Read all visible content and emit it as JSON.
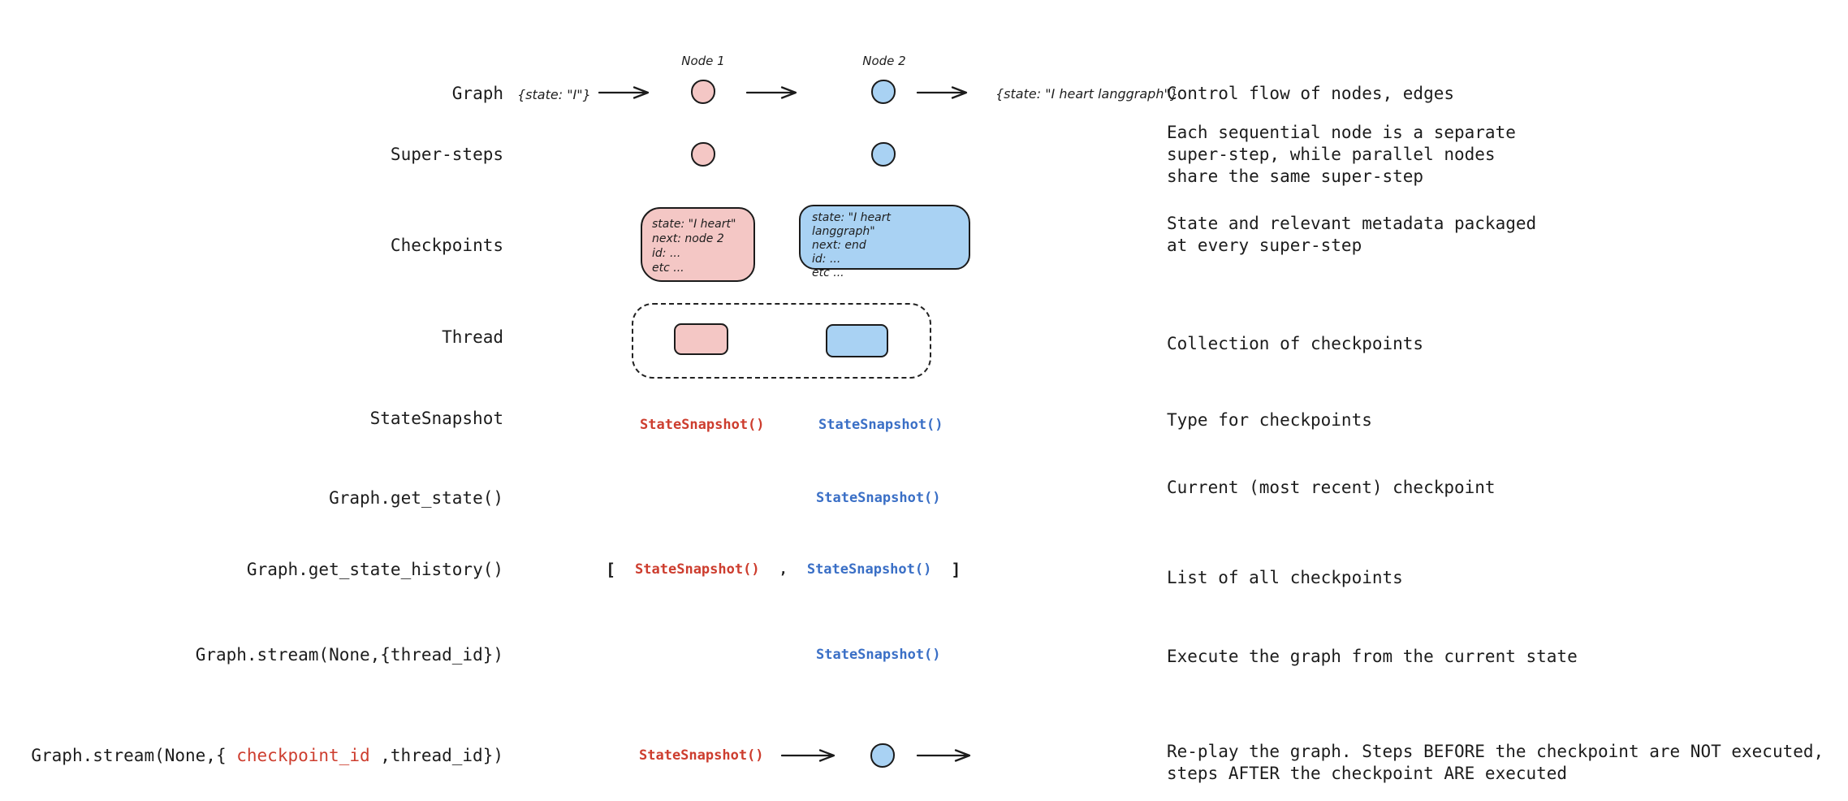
{
  "colors": {
    "node_pink": "#f4c7c5",
    "node_blue": "#a9d2f3",
    "code_red": "#cd3d2e",
    "code_blue": "#3a6fc6",
    "ink": "#1c1c1c"
  },
  "rows": [
    {
      "label": "Graph",
      "description": "Control flow of nodes, edges",
      "input_state": "{state: \"I\"}",
      "node1_label": "Node 1",
      "node2_label": "Node 2",
      "output_state": "{state: \"I heart langgraph\"}"
    },
    {
      "label": "Super-steps",
      "description": "Each sequential node is a separate\nsuper-step, while parallel nodes\nshare the same super-step"
    },
    {
      "label": "Checkpoints",
      "description": "State and relevant metadata packaged\nat every super-step",
      "checkpoint_pink": "state: \"I heart\"\nnext: node 2\nid: ...\netc ...",
      "checkpoint_blue": "state: \"I heart langgraph\"\nnext: end\nid: ...\netc ..."
    },
    {
      "label": "Thread",
      "description": "Collection of checkpoints"
    },
    {
      "label": "StateSnapshot",
      "description": "Type for checkpoints",
      "snapshot_red": "StateSnapshot()",
      "snapshot_blue": "StateSnapshot()"
    },
    {
      "label": "Graph.get_state()",
      "description": "Current (most recent) checkpoint",
      "snapshot_blue": "StateSnapshot()"
    },
    {
      "label": "Graph.get_state_history()",
      "description": "List of all checkpoints",
      "open_bracket": "[",
      "snapshot_red": "StateSnapshot()",
      "comma": ",",
      "snapshot_blue": "StateSnapshot()",
      "close_bracket": "]"
    },
    {
      "label": "Graph.stream(None,{thread_id})",
      "description": "Execute the graph from the current state",
      "snapshot_blue": "StateSnapshot()"
    },
    {
      "label_prefix": "Graph.stream(None,{ ",
      "label_arg_red": "checkpoint_id",
      "label_suffix": " ,thread_id})",
      "description": "Re-play the graph. Steps BEFORE the checkpoint are NOT executed,\nsteps AFTER the checkpoint ARE executed",
      "snapshot_red": "StateSnapshot()"
    }
  ]
}
